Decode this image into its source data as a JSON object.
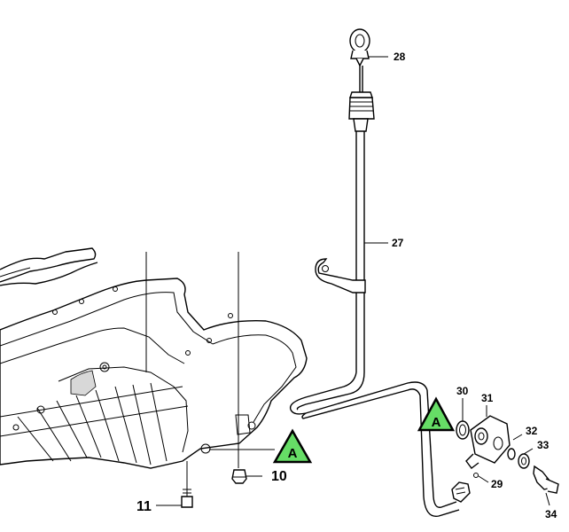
{
  "colors": {
    "marker_fill": "#66dd66",
    "line": "#000000",
    "background": "#ffffff"
  },
  "markers": [
    {
      "text": "A"
    },
    {
      "text": "A"
    }
  ],
  "callouts": {
    "c28": "28",
    "c27": "27",
    "c30": "30",
    "c31": "31",
    "c32": "32",
    "c33": "33",
    "c29": "29",
    "c34": "34",
    "c10": "10",
    "c11": "11"
  }
}
